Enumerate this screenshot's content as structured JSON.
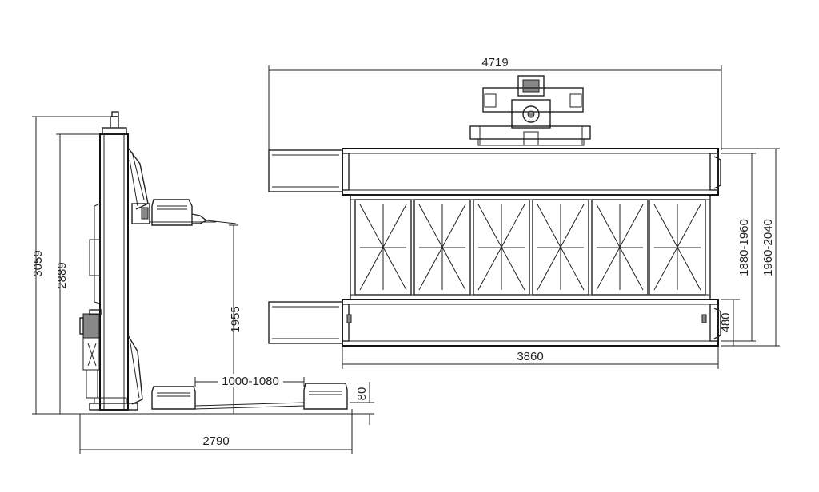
{
  "dimensions": {
    "total_height": "3059",
    "column_height": "2889",
    "platform_height": "1955",
    "ramp_spacing": "1000-1080",
    "ramp_height": "80",
    "side_length": "2790",
    "overall_length": "4719",
    "runway_length": "3860",
    "runway_width": "480",
    "inner_width": "1880-1960",
    "outer_width": "1960-2040"
  }
}
